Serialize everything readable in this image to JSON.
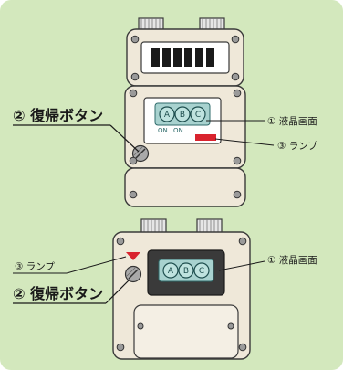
{
  "colors": {
    "panel_bg": "#d3e8bd",
    "body_fill": "#efe8d9",
    "lamp_red": "#d9232e",
    "lcd_screen": "#a8d2cf",
    "outline": "#3a3a3a"
  },
  "top_device": {
    "lcd_label": "① 液晶画面",
    "lamp_label": "③ ランプ",
    "reset_label": "② 復帰ボタン",
    "lcd_buttons": [
      "A",
      "B",
      "C"
    ],
    "lcd_captions": [
      "ON",
      "ON"
    ]
  },
  "bottom_device": {
    "lcd_label": "① 液晶画面",
    "lamp_label": "③ ランプ",
    "reset_label": "② 復帰ボタン",
    "lcd_buttons": [
      "A",
      "B",
      "C"
    ]
  }
}
